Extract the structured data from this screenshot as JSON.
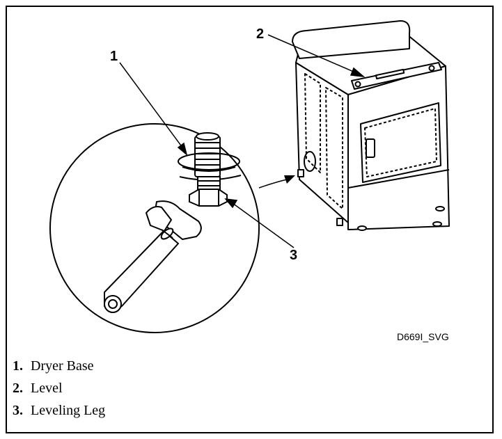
{
  "figure": {
    "drawing_id": "D669I_SVG",
    "callouts": [
      {
        "number": "1"
      },
      {
        "number": "2"
      },
      {
        "number": "3"
      }
    ]
  },
  "legend": [
    {
      "number": "1.",
      "label": "Dryer Base"
    },
    {
      "number": "2.",
      "label": "Level"
    },
    {
      "number": "3.",
      "label": "Leveling Leg"
    }
  ]
}
